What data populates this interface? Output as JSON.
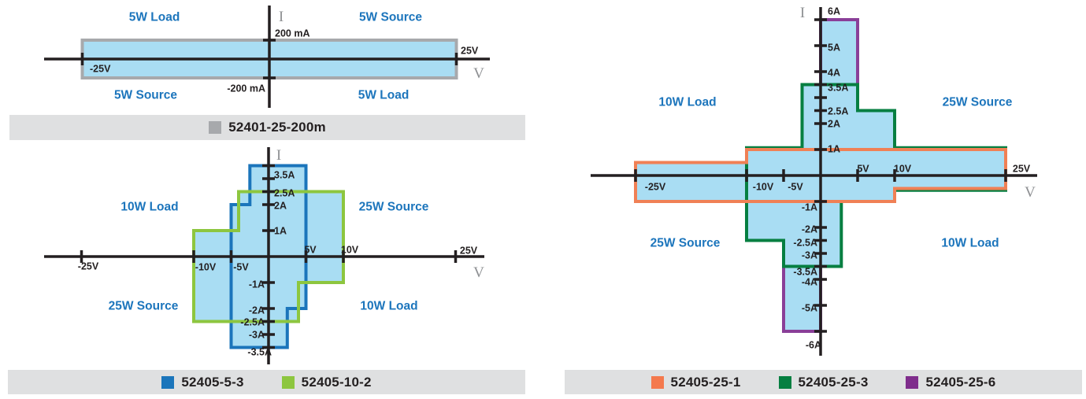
{
  "colors": {
    "region_fill": "#a9ddf3",
    "axis": "#231f20",
    "gray": "#a7a9ac",
    "blue": "#1b75bb",
    "lightgreen": "#8dc63f",
    "orange": "#f08055",
    "darkgreen": "#067f41",
    "purple": "#8a3f98",
    "quadrant_text": "#1c75bc",
    "axis_letter_text": "#8e9093",
    "legend_bar_bg": "#dfe0e1",
    "legend_text": "#231f20"
  },
  "chart_data": [
    {
      "name": "chart-52401-25-200m",
      "type": "area",
      "title": "52401-25-200m V-I operating region",
      "xlabel": "V",
      "ylabel": "I",
      "x_unit": "V",
      "y_unit": "mA",
      "xlim": [
        -30,
        30
      ],
      "ylim": [
        -300,
        300
      ],
      "quadrants": {
        "top_left": "5W Load",
        "top_right": "5W Source",
        "bottom_left": "5W Source",
        "bottom_right": "5W Load"
      },
      "regions": [
        {
          "name": "52401-25-200m",
          "color": "gray",
          "w": 4,
          "vertices": [
            [
              -25,
              200
            ],
            [
              25,
              200
            ],
            [
              25,
              -200
            ],
            [
              -25,
              -200
            ]
          ]
        }
      ],
      "plot": {
        "origin": [
          342,
          75
        ],
        "scale": [
          9.5,
          0.12
        ],
        "x_axis": [
          56,
          622,
          75
        ],
        "y_axis": [
          7,
          137,
          342
        ],
        "x_ticks": [
          -25,
          25
        ],
        "y_ticks": [
          200,
          -200
        ],
        "texts": [
          {
            "t": "I",
            "x": 357,
            "y": 20,
            "anchor": "middle",
            "cls": "axisletter",
            "name": "y-axis-letter"
          },
          {
            "t": "V",
            "x": 608,
            "y": 92,
            "anchor": "middle",
            "cls": "axisletter",
            "name": "x-axis-letter"
          },
          {
            "t": "200 mA",
            "x": 349,
            "y": 42,
            "anchor": "start",
            "cls": "tick",
            "name": "tick-label-200mA"
          },
          {
            "t": "-200 mA",
            "x": 337,
            "y": 112,
            "anchor": "end",
            "cls": "tick",
            "name": "tick-label-neg200mA"
          },
          {
            "t": "25V",
            "x": 585,
            "y": 64,
            "anchor": "start",
            "cls": "tick",
            "name": "tick-label-25V"
          },
          {
            "t": "-25V",
            "x": 114,
            "y": 87,
            "anchor": "start",
            "cls": "tick",
            "name": "tick-label-neg25V"
          },
          {
            "t": "5W Load",
            "x": 196,
            "y": 21,
            "anchor": "middle",
            "cls": "quad",
            "name": "quadrant-label"
          },
          {
            "t": "5W Source",
            "x": 496,
            "y": 21,
            "anchor": "middle",
            "cls": "quad",
            "name": "quadrant-label"
          },
          {
            "t": "5W Source",
            "x": 185,
            "y": 120,
            "anchor": "middle",
            "cls": "quad",
            "name": "quadrant-label"
          },
          {
            "t": "5W Load",
            "x": 487,
            "y": 120,
            "anchor": "middle",
            "cls": "quad",
            "name": "quadrant-label"
          }
        ]
      }
    },
    {
      "name": "chart-52405-5-3-and-52405-10-2",
      "type": "area",
      "title": "52405-5-3 / 52405-10-2 V-I operating regions",
      "xlabel": "V",
      "ylabel": "I",
      "x_unit": "V",
      "y_unit": "A",
      "xlim": [
        -30,
        30
      ],
      "ylim": [
        -4.2,
        4.2
      ],
      "quadrants": {
        "top_left": "10W Load",
        "top_right": "25W Source",
        "bottom_left": "25W Source",
        "bottom_right": "10W Load"
      },
      "regions": [
        {
          "name": "52405-5-3",
          "color": "blue",
          "w": 4,
          "vertices": [
            [
              -2.5,
              3.5
            ],
            [
              5,
              3.5
            ],
            [
              5,
              -2
            ],
            [
              2.5,
              -2
            ],
            [
              2.5,
              -3.5
            ],
            [
              -5,
              -3.5
            ],
            [
              -5,
              2
            ],
            [
              -2.5,
              2
            ]
          ]
        },
        {
          "name": "52405-10-2",
          "color": "lightgreen",
          "w": 4,
          "vertices": [
            [
              -4,
              2.5
            ],
            [
              10,
              2.5
            ],
            [
              10,
              -1
            ],
            [
              4,
              -1
            ],
            [
              4,
              -2.5
            ],
            [
              -10,
              -2.5
            ],
            [
              -10,
              1
            ],
            [
              -4,
              1
            ]
          ]
        }
      ],
      "plot": {
        "origin": [
          341,
          326
        ],
        "scale": [
          9.5,
          33
        ],
        "x_axis": [
          56,
          615,
          326
        ],
        "y_axis": [
          187,
          463,
          341
        ],
        "x_ticks": [
          -25,
          -10,
          -5,
          5,
          10,
          25
        ],
        "y_ticks": [
          1,
          2,
          2.5,
          3,
          3.5,
          -1,
          -2,
          -2.5,
          -3,
          -3.5
        ],
        "texts": [
          {
            "t": "I",
            "x": 354,
            "y": 196,
            "anchor": "middle",
            "cls": "axisletter",
            "name": "y-axis-letter"
          },
          {
            "t": "V",
            "x": 608,
            "y": 345,
            "anchor": "middle",
            "cls": "axisletter",
            "name": "x-axis-letter"
          },
          {
            "t": "3.5A",
            "x": 348,
            "y": 222,
            "anchor": "start",
            "cls": "tick",
            "name": "tick-label-3p5A"
          },
          {
            "t": "2.5A",
            "x": 348,
            "y": 245,
            "anchor": "start",
            "cls": "tick",
            "name": "tick-label-2p5A"
          },
          {
            "t": "2A",
            "x": 348,
            "y": 261,
            "anchor": "start",
            "cls": "tick",
            "name": "tick-label-2A"
          },
          {
            "t": "1A",
            "x": 348,
            "y": 293,
            "anchor": "start",
            "cls": "tick",
            "name": "tick-label-1A"
          },
          {
            "t": "-1A",
            "x": 336,
            "y": 361,
            "anchor": "end",
            "cls": "tick",
            "name": "tick-label-neg1A"
          },
          {
            "t": "-2A",
            "x": 336,
            "y": 394,
            "anchor": "end",
            "cls": "tick",
            "name": "tick-label-neg2A"
          },
          {
            "t": "-2.5A",
            "x": 336,
            "y": 409,
            "anchor": "end",
            "cls": "tick",
            "name": "tick-label-neg2p5A"
          },
          {
            "t": "-3A",
            "x": 336,
            "y": 425,
            "anchor": "end",
            "cls": "tick",
            "name": "tick-label-neg3A"
          },
          {
            "t": "-3.5A",
            "x": 345,
            "y": 447,
            "anchor": "end",
            "cls": "tick",
            "name": "tick-label-neg3p5A"
          },
          {
            "t": "-25V",
            "x": 112,
            "y": 338,
            "anchor": "middle",
            "cls": "tick",
            "name": "tick-label-neg25V"
          },
          {
            "t": "-10V",
            "x": 261,
            "y": 339,
            "anchor": "middle",
            "cls": "tick",
            "name": "tick-label-neg10V"
          },
          {
            "t": "-5V",
            "x": 306,
            "y": 339,
            "anchor": "middle",
            "cls": "tick",
            "name": "tick-label-neg5V"
          },
          {
            "t": "5V",
            "x": 394,
            "y": 317,
            "anchor": "middle",
            "cls": "tick",
            "name": "tick-label-5V"
          },
          {
            "t": "10V",
            "x": 444,
            "y": 317,
            "anchor": "middle",
            "cls": "tick",
            "name": "tick-label-10V"
          },
          {
            "t": "25V",
            "x": 595,
            "y": 318,
            "anchor": "middle",
            "cls": "tick",
            "name": "tick-label-25V"
          },
          {
            "t": "10W Load",
            "x": 190,
            "y": 262,
            "anchor": "middle",
            "cls": "quad",
            "name": "quadrant-label"
          },
          {
            "t": "25W Source",
            "x": 500,
            "y": 262,
            "anchor": "middle",
            "cls": "quad",
            "name": "quadrant-label"
          },
          {
            "t": "25W Source",
            "x": 182,
            "y": 388,
            "anchor": "middle",
            "cls": "quad",
            "name": "quadrant-label"
          },
          {
            "t": "10W Load",
            "x": 494,
            "y": 388,
            "anchor": "middle",
            "cls": "quad",
            "name": "quadrant-label"
          }
        ]
      }
    },
    {
      "name": "chart-52405-25-1-25-3-25-6",
      "type": "area",
      "title": "52405-25-1 / 52405-25-3 / 52405-25-6 V-I operating regions",
      "xlabel": "V",
      "ylabel": "I",
      "x_unit": "V",
      "y_unit": "A",
      "xlim": [
        -31,
        30
      ],
      "ylim": [
        -6.6,
        6.6
      ],
      "quadrants": {
        "top_left": "10W Load",
        "top_right": "25W Source",
        "bottom_left": "25W Source",
        "bottom_right": "10W Load"
      },
      "regions": [
        {
          "name": "52405-25-6-top",
          "color": "purple",
          "w": 4,
          "vertices": [
            [
              0,
              3.5
            ],
            [
              0,
              6
            ],
            [
              5,
              6
            ],
            [
              5,
              3.5
            ]
          ]
        },
        {
          "name": "52405-25-6-bottom",
          "color": "purple",
          "w": 4,
          "vertices": [
            [
              0,
              -3.5
            ],
            [
              0,
              -6
            ],
            [
              -5,
              -6
            ],
            [
              -5,
              -3.5
            ]
          ]
        },
        {
          "name": "52405-25-3",
          "color": "darkgreen",
          "w": 4,
          "vertices": [
            [
              -2.5,
              3.5
            ],
            [
              5,
              3.5
            ],
            [
              5,
              2.5
            ],
            [
              10,
              2.5
            ],
            [
              10,
              1.07
            ],
            [
              25,
              1.07
            ],
            [
              25,
              -0.57
            ],
            [
              10,
              -0.57
            ],
            [
              10,
              -1
            ],
            [
              2.8,
              -1
            ],
            [
              2.8,
              -3.5
            ],
            [
              -5,
              -3.5
            ],
            [
              -5,
              -2.5
            ],
            [
              -10,
              -2.5
            ],
            [
              -10,
              1.07
            ],
            [
              -2.5,
              1.07
            ]
          ]
        },
        {
          "name": "52405-25-1",
          "color": "orange",
          "w": 4,
          "vertices": [
            [
              -25,
              0.5
            ],
            [
              -10,
              0.5
            ],
            [
              -10,
              1
            ],
            [
              25,
              1
            ],
            [
              25,
              -0.5
            ],
            [
              10,
              -0.5
            ],
            [
              10,
              -1
            ],
            [
              -25,
              -1
            ]
          ]
        }
      ],
      "plot": {
        "origin": [
          1042,
          223
        ],
        "scale": [
          9.4,
          33
        ],
        "x_axis": [
          750,
          1317,
          223
        ],
        "y_axis": [
          9,
          452,
          1042
        ],
        "x_ticks": [
          -25,
          -10,
          -5,
          5,
          10,
          25
        ],
        "y_ticks": [
          1,
          2,
          2.5,
          3,
          3.5,
          4,
          5,
          6,
          -1,
          -2,
          -2.5,
          -3,
          -3.5,
          -4,
          -5,
          -6
        ],
        "texts": [
          {
            "t": "I",
            "x": 1019,
            "y": 15,
            "anchor": "middle",
            "cls": "axisletter",
            "name": "y-axis-letter"
          },
          {
            "t": "V",
            "x": 1308,
            "y": 243,
            "anchor": "middle",
            "cls": "axisletter",
            "name": "x-axis-letter"
          },
          {
            "t": "6A",
            "x": 1051,
            "y": 14,
            "anchor": "start",
            "cls": "tick",
            "name": "tick-label-6A"
          },
          {
            "t": "5A",
            "x": 1051,
            "y": 60,
            "anchor": "start",
            "cls": "tick",
            "name": "tick-label-5A"
          },
          {
            "t": "4A",
            "x": 1051,
            "y": 92,
            "anchor": "start",
            "cls": "tick",
            "name": "tick-label-4A"
          },
          {
            "t": "3.5A",
            "x": 1051,
            "y": 111,
            "anchor": "start",
            "cls": "tick",
            "name": "tick-label-3p5A"
          },
          {
            "t": "2.5A",
            "x": 1051,
            "y": 141,
            "anchor": "start",
            "cls": "tick",
            "name": "tick-label-2p5A"
          },
          {
            "t": "2A",
            "x": 1051,
            "y": 157,
            "anchor": "start",
            "cls": "tick",
            "name": "tick-label-2A"
          },
          {
            "t": "1A",
            "x": 1051,
            "y": 189,
            "anchor": "start",
            "cls": "tick",
            "name": "tick-label-1A"
          },
          {
            "t": "-1A",
            "x": 1038,
            "y": 263,
            "anchor": "end",
            "cls": "tick",
            "name": "tick-label-neg1A"
          },
          {
            "t": "-2A",
            "x": 1038,
            "y": 291,
            "anchor": "end",
            "cls": "tick",
            "name": "tick-label-neg2A"
          },
          {
            "t": "-2.5A",
            "x": 1038,
            "y": 308,
            "anchor": "end",
            "cls": "tick",
            "name": "tick-label-neg2p5A"
          },
          {
            "t": "-3A",
            "x": 1038,
            "y": 324,
            "anchor": "end",
            "cls": "tick",
            "name": "tick-label-neg3A"
          },
          {
            "t": "-3.5A",
            "x": 1038,
            "y": 345,
            "anchor": "end",
            "cls": "tick",
            "name": "tick-label-neg3p5A"
          },
          {
            "t": "-4A",
            "x": 1038,
            "y": 358,
            "anchor": "end",
            "cls": "tick",
            "name": "tick-label-neg4A"
          },
          {
            "t": "-5A",
            "x": 1038,
            "y": 391,
            "anchor": "end",
            "cls": "tick",
            "name": "tick-label-neg5A"
          },
          {
            "t": "-6A",
            "x": 1043,
            "y": 438,
            "anchor": "end",
            "cls": "tick",
            "name": "tick-label-neg6A"
          },
          {
            "t": "-25V",
            "x": 832,
            "y": 237,
            "anchor": "middle",
            "cls": "tick",
            "name": "tick-label-neg25V"
          },
          {
            "t": "-10V",
            "x": 969,
            "y": 237,
            "anchor": "middle",
            "cls": "tick",
            "name": "tick-label-neg10V"
          },
          {
            "t": "-5V",
            "x": 1010,
            "y": 237,
            "anchor": "middle",
            "cls": "tick",
            "name": "tick-label-neg5V"
          },
          {
            "t": "5V",
            "x": 1096,
            "y": 214,
            "anchor": "middle",
            "cls": "tick",
            "name": "tick-label-5V"
          },
          {
            "t": "10V",
            "x": 1146,
            "y": 214,
            "anchor": "middle",
            "cls": "tick",
            "name": "tick-label-10V"
          },
          {
            "t": "25V",
            "x": 1297,
            "y": 214,
            "anchor": "middle",
            "cls": "tick",
            "name": "tick-label-25V"
          },
          {
            "t": "10W Load",
            "x": 873,
            "y": 129,
            "anchor": "middle",
            "cls": "quad",
            "name": "quadrant-label"
          },
          {
            "t": "25W Source",
            "x": 1241,
            "y": 129,
            "anchor": "middle",
            "cls": "quad",
            "name": "quadrant-label"
          },
          {
            "t": "25W Source",
            "x": 870,
            "y": 308,
            "anchor": "middle",
            "cls": "quad",
            "name": "quadrant-label"
          },
          {
            "t": "10W Load",
            "x": 1232,
            "y": 308,
            "anchor": "middle",
            "cls": "quad",
            "name": "quadrant-label"
          }
        ]
      }
    }
  ],
  "legends": {
    "bar1": {
      "items": [
        {
          "label": "52401-25-200m",
          "color": "#a7a9ac"
        }
      ]
    },
    "bar2": {
      "items": [
        {
          "label": "52405-5-3",
          "color": "#1b75bb"
        },
        {
          "label": "52405-10-2",
          "color": "#8dc63f"
        }
      ]
    },
    "bar3": {
      "items": [
        {
          "label": "52405-25-1",
          "color": "#f4794d"
        },
        {
          "label": "52405-25-3",
          "color": "#067f41"
        },
        {
          "label": "52405-25-6",
          "color": "#7f2d8c"
        }
      ]
    }
  }
}
